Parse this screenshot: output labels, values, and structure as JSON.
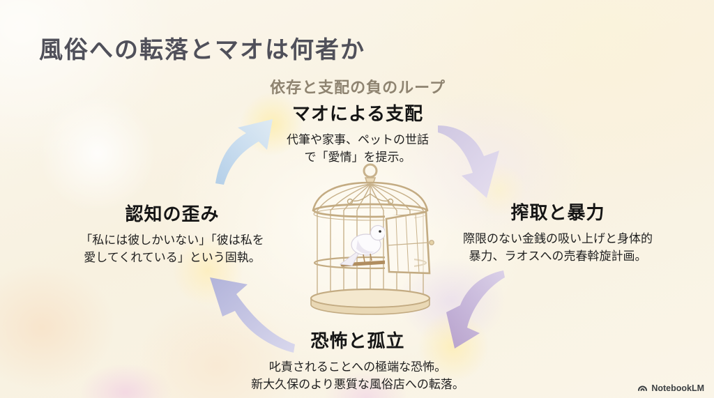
{
  "slide": {
    "title": "風俗への転落とマオは何者か",
    "subtitle": "依存と支配の負のループ"
  },
  "nodes": {
    "top": {
      "heading": "マオによる支配",
      "line1": "代筆や家事、ペットの世話",
      "line2": "で「愛情」を提示。"
    },
    "right": {
      "heading": "搾取と暴力",
      "line1": "際限のない金銭の吸い上げと身体的",
      "line2": "暴力、ラオスへの売春斡旋計画。"
    },
    "bottom": {
      "heading": "恐怖と孤立",
      "line1": "叱責されることへの極端な恐怖。",
      "line2": "新大久保のより悪質な風俗店への転落。"
    },
    "left": {
      "heading": "認知の歪み",
      "line1": "「私には彼しかいない」「彼は私を",
      "line2": "愛してくれている」という固執。"
    }
  },
  "illustration": {
    "icon": "open-birdcage-with-dove-illustration"
  },
  "arrows": [
    {
      "name": "arrow-left-to-top",
      "direction": "up-right",
      "color": "#b7d2e9"
    },
    {
      "name": "arrow-top-to-right",
      "direction": "down",
      "color": "#cbc2df"
    },
    {
      "name": "arrow-right-to-bottom",
      "direction": "down-left",
      "color": "#b9a4d1"
    },
    {
      "name": "arrow-bottom-to-left",
      "direction": "up-left",
      "color": "#b4b6de"
    }
  ],
  "watermark": {
    "label": "NotebookLM",
    "icon": "notebooklm-logo"
  },
  "colors": {
    "background": "#f9f4e7",
    "title": "#50505a",
    "subtitle": "#8e8370",
    "heading": "#151515",
    "body": "#1f1f1f",
    "cage": "#c8b28c"
  }
}
